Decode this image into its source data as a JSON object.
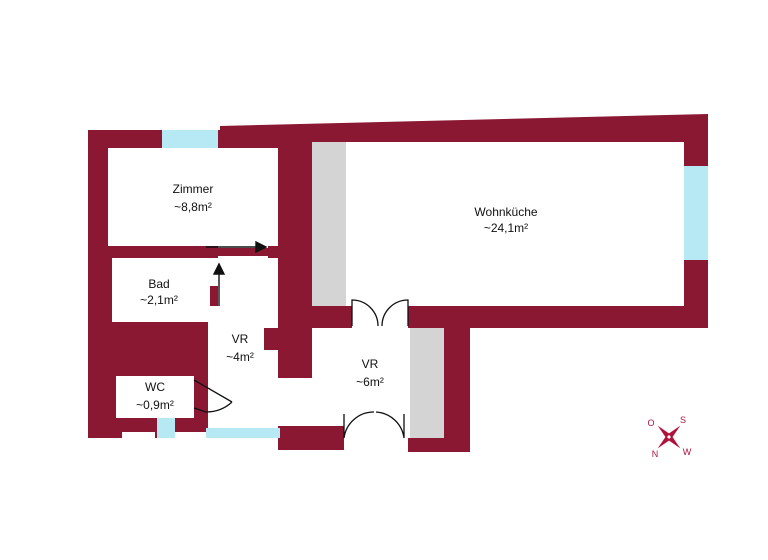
{
  "colors": {
    "wall": "#8b1832",
    "window": "#b7e9f5",
    "storage": "#d4d4d4",
    "floor": "#ffffff",
    "compass": "#b0123c"
  },
  "rooms": [
    {
      "id": "zimmer",
      "name": "Zimmer",
      "area": "~8,8m²"
    },
    {
      "id": "wohnkueche",
      "name": "Wohnküche",
      "area": "~24,1m²"
    },
    {
      "id": "bad",
      "name": "Bad",
      "area": "~2,1m²"
    },
    {
      "id": "vr1",
      "name": "VR",
      "area": "~4m²"
    },
    {
      "id": "vr2",
      "name": "VR",
      "area": "~6m²"
    },
    {
      "id": "wc",
      "name": "WC",
      "area": "~0,9m²"
    }
  ],
  "compass": {
    "north": "N",
    "east": "W",
    "south": "S",
    "west": "O",
    "icon": "compass-rose-icon"
  }
}
